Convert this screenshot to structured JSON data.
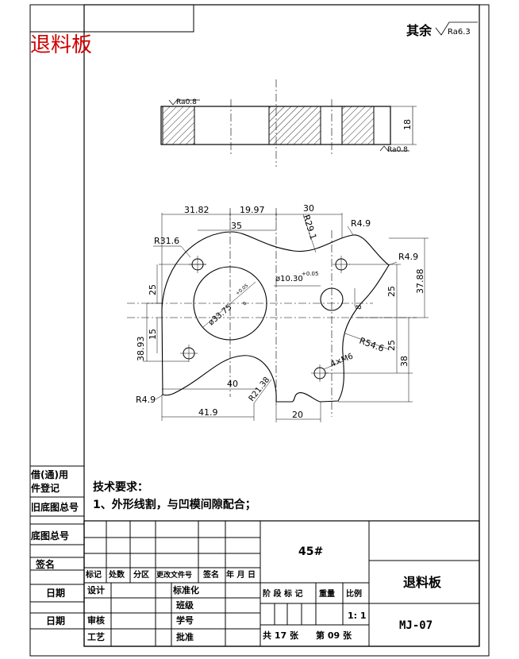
{
  "title_stamp": "退料板",
  "roughness_other": "其余",
  "roughness_other_value": "Ra6.3",
  "section_view": {
    "roughness_top": "Ra0.8",
    "roughness_bottom": "Ra0.8",
    "thickness": "18"
  },
  "dimensions": {
    "d31_82": "31.82",
    "d19_97": "19.97",
    "d30": "30",
    "d35": "35",
    "r29_1": "R29.1",
    "r4_9_a": "R4.9",
    "r31_6": "R31.6",
    "r4_9_b": "R4.9",
    "d10_30": "ø10.30",
    "d10_30_tol": "+0.05",
    "d37_88": "37.88",
    "d25_a": "25",
    "d25_b": "25",
    "d25_c": "25",
    "d33_75": "ø33.75",
    "d33_75_tol_up": "+0.05",
    "d33_75_tol_lo": "0",
    "d8": "8",
    "d38_93": "38.93",
    "d15": "15",
    "r54_6": "R54.6",
    "m6": "4×M6",
    "d38": "38",
    "d40": "40",
    "r21_38": "R21.38",
    "r4_9_c": "R4.9",
    "d41_9": "41.9",
    "d20": "20"
  },
  "technical_requirements": {
    "heading": "技术要求：",
    "item1": "1、外形线割，与凹模间隙配合；"
  },
  "left_strip": {
    "row1": "借(通)用",
    "row2": "件登记",
    "row3": "旧底图总号",
    "row4": "底图总号",
    "row5": "签名",
    "row6": "日期",
    "row7": "日期"
  },
  "title_block": {
    "material": "45#",
    "part_name": "退料板",
    "drawing_no": "MJ-07",
    "mark": "标记",
    "count": "处数",
    "zone": "分区",
    "change_no": "更改文件号",
    "sign": "签名",
    "ymd": "年 月 日",
    "design": "设计",
    "standard": "标准化",
    "class": "班级",
    "student_no": "学号",
    "review": "审核",
    "process": "工艺",
    "approve": "批准",
    "stage_mark": "阶 段 标 记",
    "weight": "重量",
    "scale": "比例",
    "scale_value": "1: 1",
    "total_sheets": "共 17 张",
    "sheet_no": "第 09 张"
  }
}
